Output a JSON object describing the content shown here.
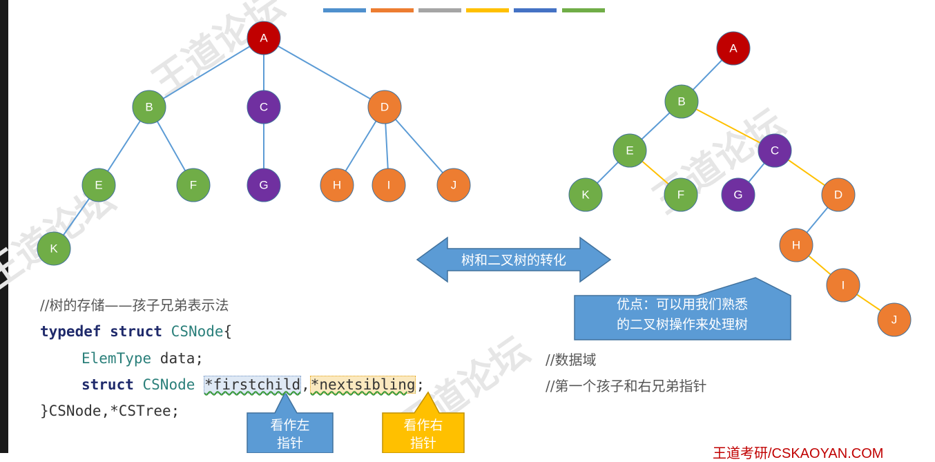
{
  "colors": {
    "stripes": [
      "#4f90cd",
      "#ed7d31",
      "#a5a5a5",
      "#ffc000",
      "#4472c4",
      "#70ad47"
    ],
    "node_red": "#c00000",
    "node_green": "#70ad47",
    "node_purple": "#7030a0",
    "node_orange": "#ed7d31",
    "edge_blue": "#5b9bd5",
    "edge_yellow": "#ffc000",
    "arrow_fill": "#5b9bd5",
    "callout_blue": "#5b9bd5",
    "callout_yellow": "#ffc000"
  },
  "left_tree": {
    "nodes": [
      "A",
      "B",
      "C",
      "D",
      "E",
      "F",
      "G",
      "H",
      "I",
      "J",
      "K"
    ]
  },
  "right_tree": {
    "nodes": [
      "A",
      "B",
      "C",
      "D",
      "E",
      "F",
      "G",
      "H",
      "I",
      "J",
      "K"
    ]
  },
  "center_arrow": {
    "label": "树和二叉树的转化"
  },
  "advantage_callout": {
    "line1": "优点：可以用我们熟悉",
    "line2": "的二叉树操作来处理树"
  },
  "code": {
    "comment_title": "//树的存储——孩子兄弟表示法",
    "line1_kw": "typedef struct",
    "line1_type": "CSNode",
    "line1_brace": "{",
    "line2_type": "ElemType",
    "line2_field": " data;",
    "line3_kw": "struct",
    "line3_type": "CSNode",
    "line3_first": "*firstchild",
    "line3_comma": ",",
    "line3_next": "*nextsibling",
    "line3_semi": ";",
    "line4": "}CSNode,*CSTree;",
    "comment_data": "//数据域",
    "comment_ptrs": "//第一个孩子和右兄弟指针"
  },
  "left_ptr_callout": {
    "line1": "看作左",
    "line2": "指针"
  },
  "right_ptr_callout": {
    "line1": "看作右",
    "line2": "指针"
  },
  "footer": {
    "credit": "王道考研/CSKAOYAN.COM"
  },
  "watermark": {
    "text": "王道论坛"
  }
}
